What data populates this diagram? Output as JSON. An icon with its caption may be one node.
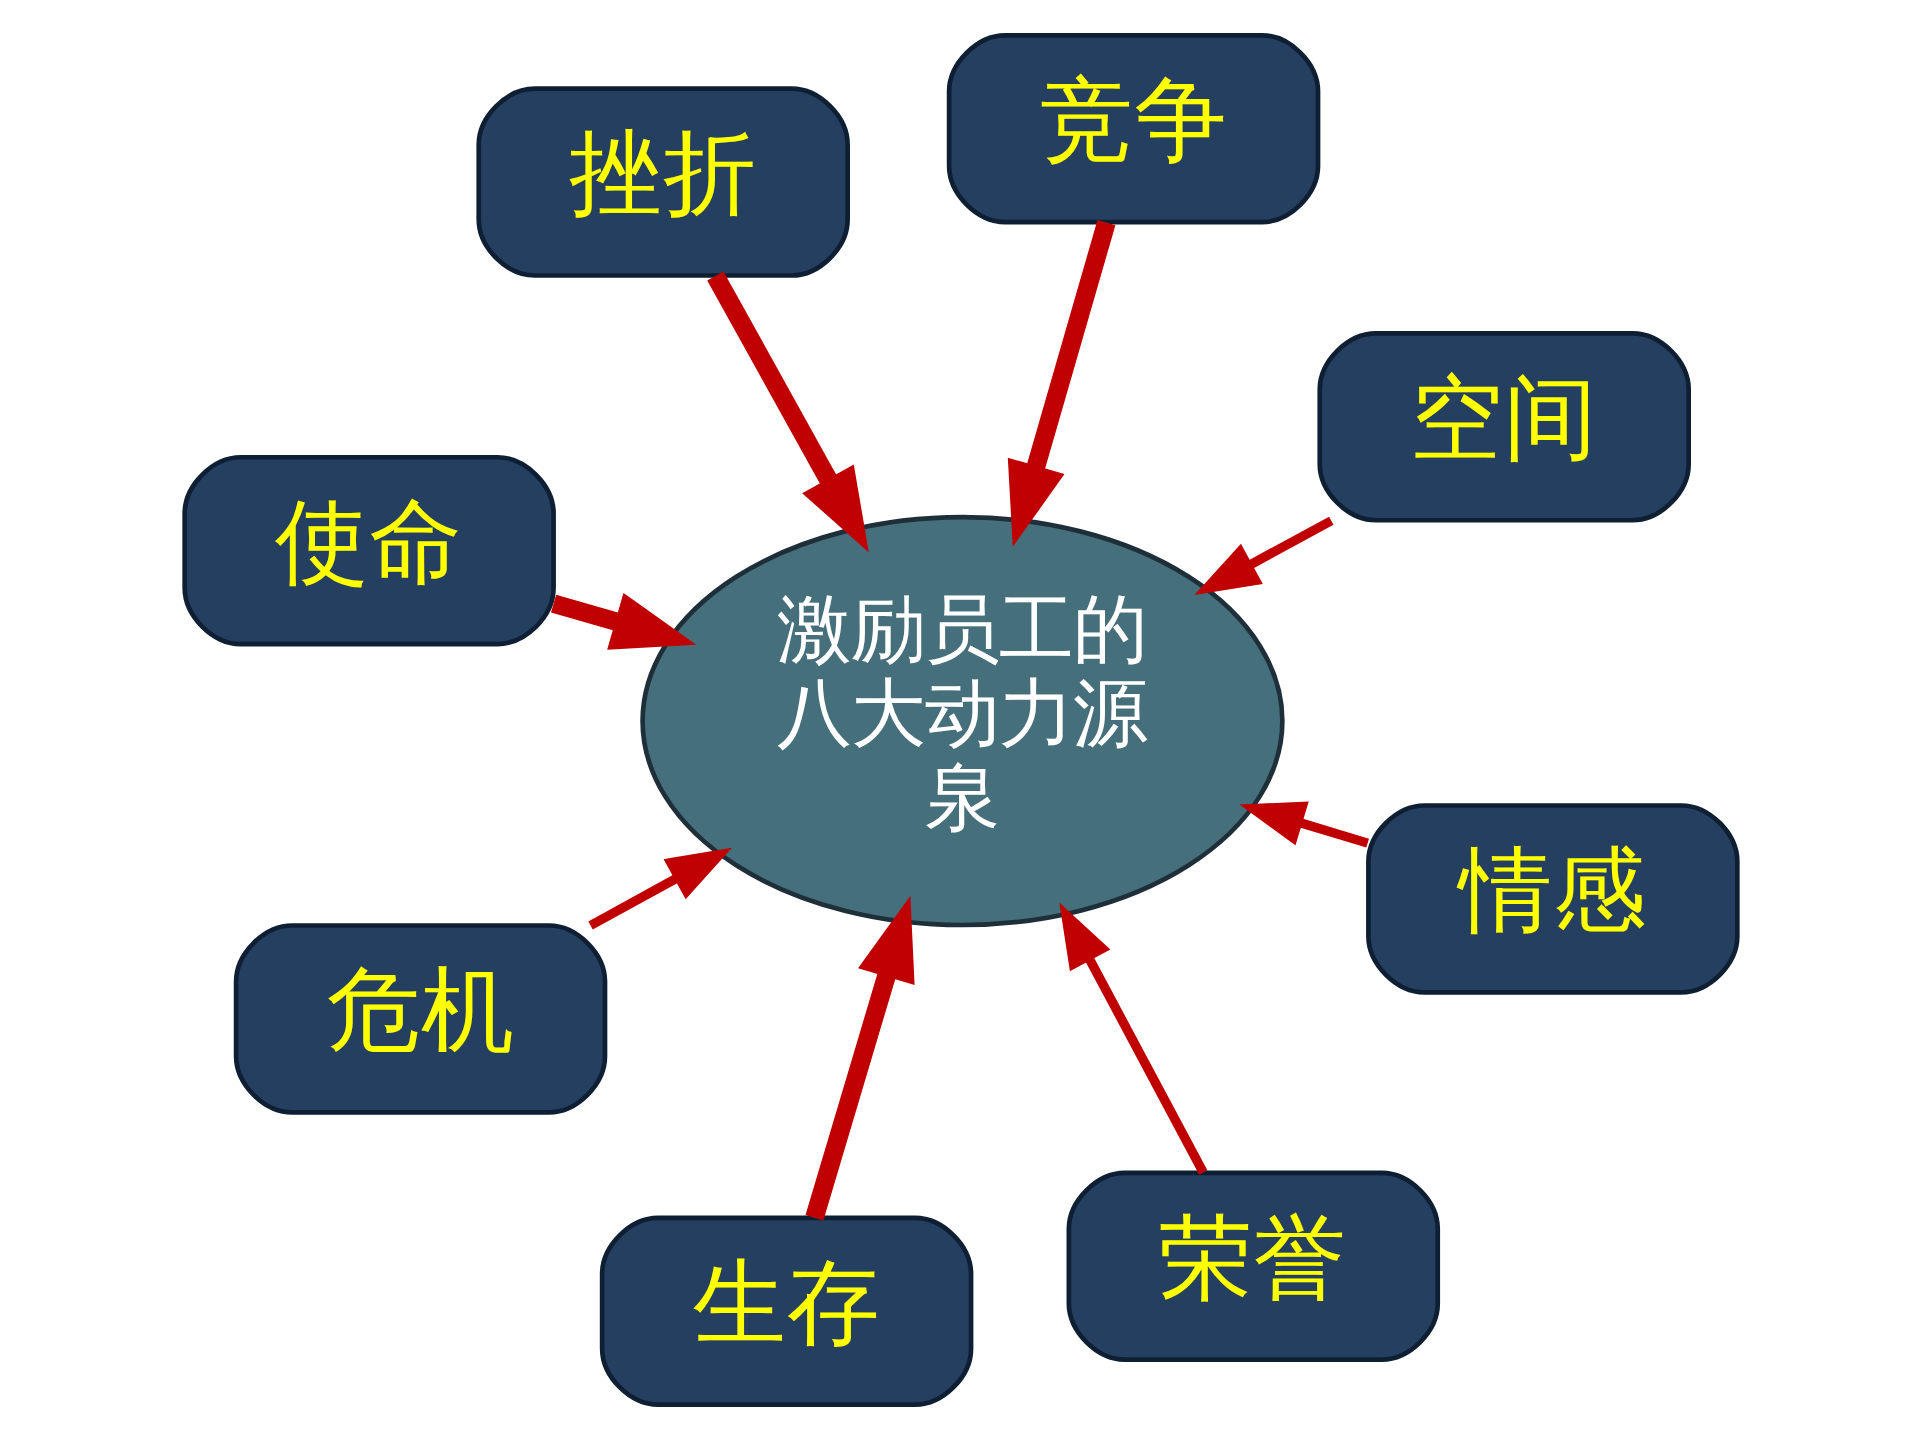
{
  "diagram": {
    "nodes": [
      {
        "text": [
          "使命"
        ]
      },
      {
        "text": [
          "空间"
        ]
      },
      {
        "text": [
          "荣誉"
        ]
      },
      {
        "text": [
          "竞争"
        ]
      },
      {
        "text": [
          "激励员工的八大动力源泉"
        ]
      },
      {
        "text": [
          "挫折"
        ]
      },
      {
        "text": [
          "危机"
        ]
      },
      {
        "text": [
          "情感"
        ]
      },
      {
        "text": [
          "生存"
        ]
      }
    ],
    "edges": [
      {
        "from": 0,
        "to": 4,
        "arrow": "to",
        "style": "thick"
      },
      {
        "from": 1,
        "to": 4,
        "arrow": "to"
      },
      {
        "from": 2,
        "to": 4,
        "arrow": "to"
      },
      {
        "from": 3,
        "to": 4,
        "arrow": "to",
        "style": "thick"
      },
      {
        "from": 5,
        "to": 4,
        "arrow": "to",
        "style": "thick"
      },
      {
        "from": 6,
        "to": 4,
        "arrow": "to"
      },
      {
        "from": 7,
        "to": 4,
        "arrow": "to"
      },
      {
        "from": 8,
        "to": 4,
        "arrow": "to",
        "style": "thick"
      }
    ]
  }
}
